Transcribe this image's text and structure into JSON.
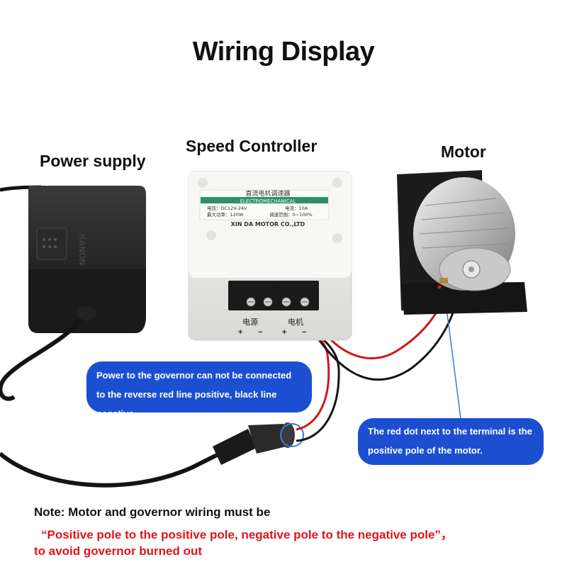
{
  "title": "Wiring Display",
  "labels": {
    "power_supply": "Power supply",
    "speed_controller": "Speed Controller",
    "motor": "Motor"
  },
  "controller_plate": {
    "chinese_title": "直流电机调速器",
    "line_electromech": "ELECTROMECHANICAL",
    "voltage": "电压：DC12V-24V",
    "current": "电流：10A",
    "power": "最大功率：120W",
    "range": "调速范围：0~100%",
    "company": "XIN DA MOTOR CO.,LTD",
    "terminal_left": "电源",
    "terminal_right": "电机",
    "plus": "+",
    "minus": "−"
  },
  "power_brick_text": "KANON",
  "callouts": {
    "governor_line1": "Power to the governor can not be connected",
    "governor_line2": "to the reverse red line positive, black line negative",
    "motor_line1": "The red dot next to the terminal is the",
    "motor_line2": "positive pole of the motor."
  },
  "note": {
    "line1": "Note: Motor and governor wiring must be",
    "line2": "“Positive pole to the positive pole, negative pole to the negative pole”，",
    "line3": "to avoid governor burned out"
  },
  "colors": {
    "bubble": "#1b4fd0",
    "warning_text": "#e0141c",
    "wire_red": "#d01818",
    "wire_black": "#141414"
  }
}
